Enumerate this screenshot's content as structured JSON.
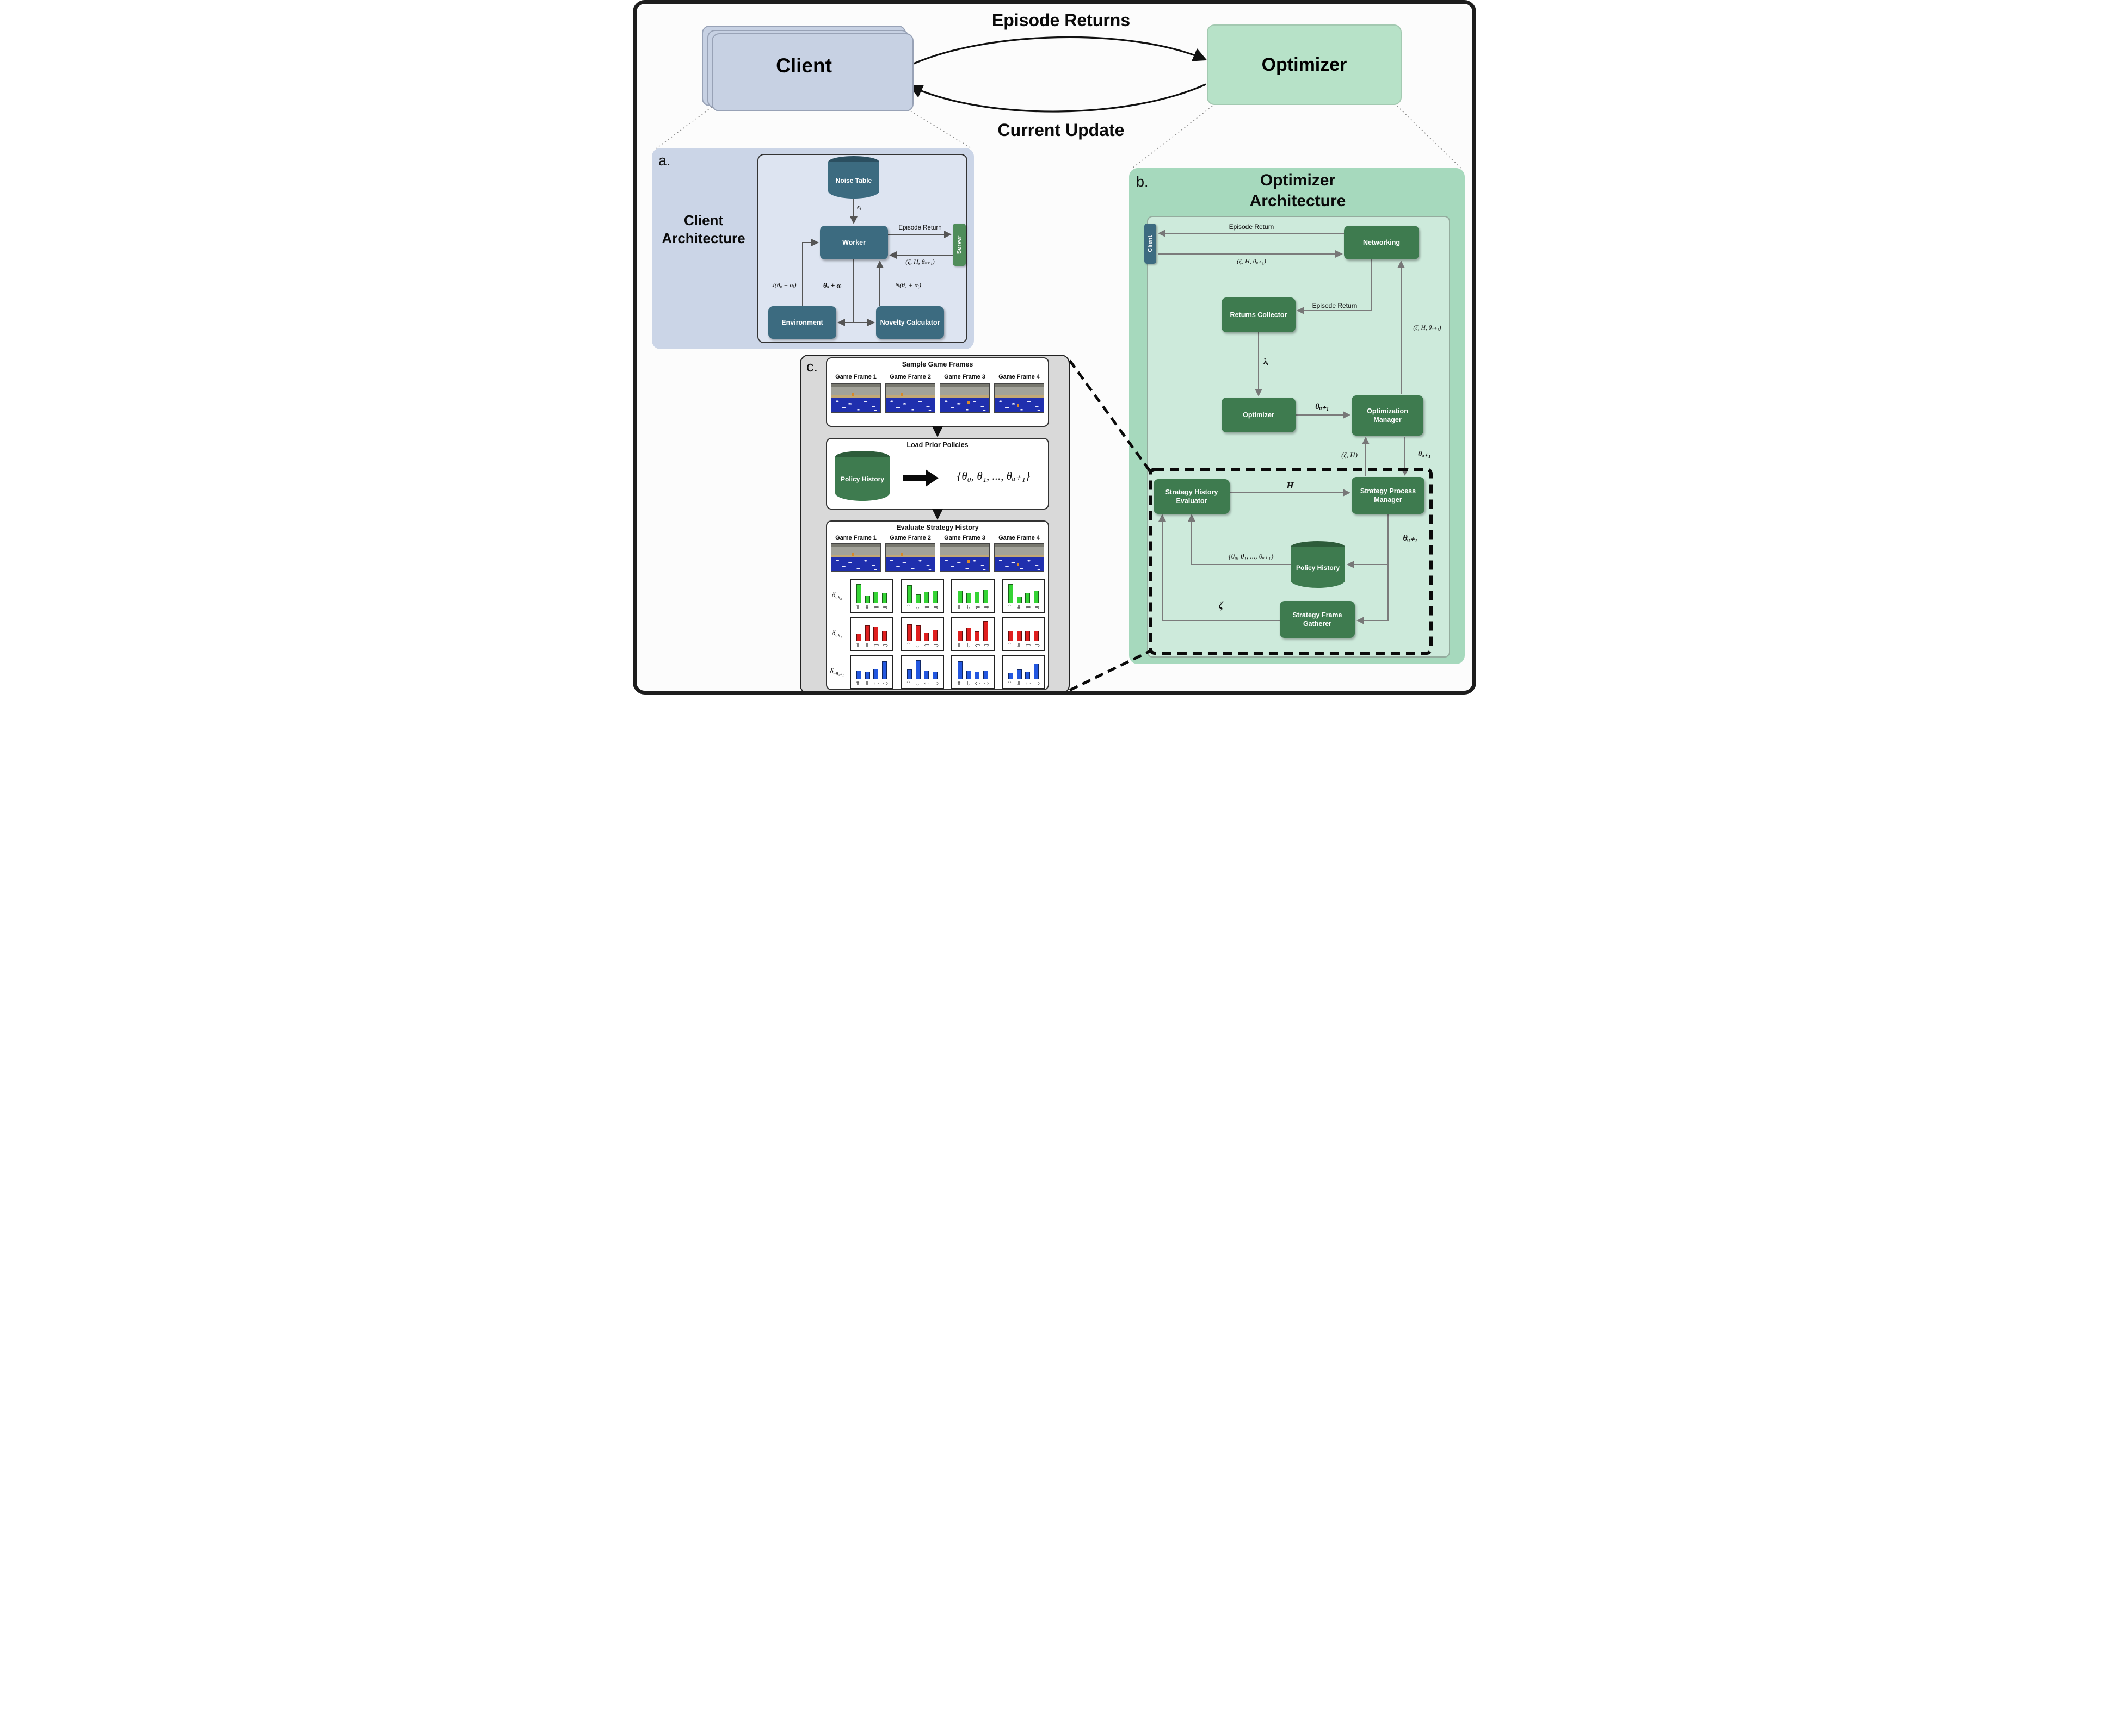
{
  "overview": {
    "client_label": "Client",
    "optimizer_label": "Optimizer",
    "episode_returns_label": "Episode Returns",
    "current_update_label": "Current Update"
  },
  "colors": {
    "client_fill": "#c7d1e3",
    "optimizer_fill": "#b7e2c8",
    "panel_a_fill": "#cbd5e7",
    "panel_a_inner": "#dde4f1",
    "panel_b_fill": "#a6d9bd",
    "panel_b_inner": "#cdeadb",
    "teal_node": "#3c6b80",
    "green_node": "#3e7b4f",
    "server_green": "#4f8d5a",
    "panel_c_fill": "#d9d9d9"
  },
  "panel_a": {
    "tag": "a.",
    "title_line1": "Client",
    "title_line2": "Architecture",
    "nodes": {
      "noise_table": "Noise Table",
      "worker": "Worker",
      "server": "Server",
      "environment": "Environment",
      "novelty_calculator": "Novelty Calculator"
    },
    "labels": {
      "epsilon": "ϵᵢ",
      "episode_return": "Episode Return",
      "update_tuple": "(ζ, H, θᵤ₊₁)",
      "j_eval": "J(θᵤ + αᵢ)",
      "theta_alpha": "θᵤ + αᵢ",
      "novelty_eval": "N(θᵤ + αᵢ)"
    }
  },
  "panel_b": {
    "tag": "b.",
    "title_line1": "Optimizer",
    "title_line2": "Architecture",
    "nodes": {
      "client": "Client",
      "networking": "Networking",
      "returns_collector": "Returns Collector",
      "optimizer": "Optimizer",
      "optimization_manager": "Optimization Manager",
      "strategy_history_evaluator": "Strategy History Evaluator",
      "strategy_process_manager": "Strategy Process Manager",
      "policy_history": "Policy History",
      "strategy_frame_gatherer": "Strategy Frame Gatherer"
    },
    "labels": {
      "episode_return_top": "Episode Return",
      "update_tuple_top": "(ζ, H, θᵤ₊₁)",
      "episode_return_mid": "Episode Return",
      "update_tuple_right": "(ζ, H, θᵤ₊₁)",
      "lambda": "λᵢ",
      "theta_next_mid": "θᵤ₊₁",
      "zeta_h": "(ζ, H)",
      "theta_next_down": "θᵤ₊₁",
      "h": "H",
      "theta_next_right": "θᵤ₊₁",
      "policy_set": "{θ₀, θ₁, ..., θᵤ₊₁}",
      "zeta": "ζ"
    }
  },
  "panel_c": {
    "tag": "c.",
    "sample_title": "Sample Game Frames",
    "load_title": "Load Prior Policies",
    "eval_title": "Evaluate Strategy History",
    "policy_history": "Policy History",
    "policy_set": "{θ₀, θ₁, ..., θᵤ₊₁}",
    "frame_labels": [
      "Game Frame 1",
      "Game Frame 2",
      "Game Frame 3",
      "Game Frame 4"
    ],
    "arrow_icons": [
      "⇧",
      "⇩",
      "⇦",
      "⇨"
    ],
    "eval_rows": [
      {
        "label_main": "δ",
        "label_sub": "πθ₀",
        "color": "#35d435",
        "charts": [
          [
            0.9,
            0.35,
            0.55,
            0.5
          ],
          [
            0.85,
            0.4,
            0.55,
            0.6
          ],
          [
            0.6,
            0.5,
            0.55,
            0.65
          ],
          [
            0.9,
            0.3,
            0.5,
            0.6
          ]
        ]
      },
      {
        "label_main": "δ",
        "label_sub": "πθ₁",
        "color": "#e01f1f",
        "charts": [
          [
            0.35,
            0.75,
            0.7,
            0.5
          ],
          [
            0.8,
            0.75,
            0.4,
            0.55
          ],
          [
            0.5,
            0.65,
            0.45,
            0.95
          ],
          [
            0.5,
            0.5,
            0.5,
            0.5
          ]
        ]
      },
      {
        "label_main": "δ",
        "label_sub": "πθᵤ₊₁",
        "color": "#2357e0",
        "charts": [
          [
            0.4,
            0.35,
            0.5,
            0.85
          ],
          [
            0.45,
            0.9,
            0.4,
            0.35
          ],
          [
            0.85,
            0.4,
            0.35,
            0.4
          ],
          [
            0.3,
            0.45,
            0.35,
            0.75
          ]
        ]
      }
    ]
  }
}
